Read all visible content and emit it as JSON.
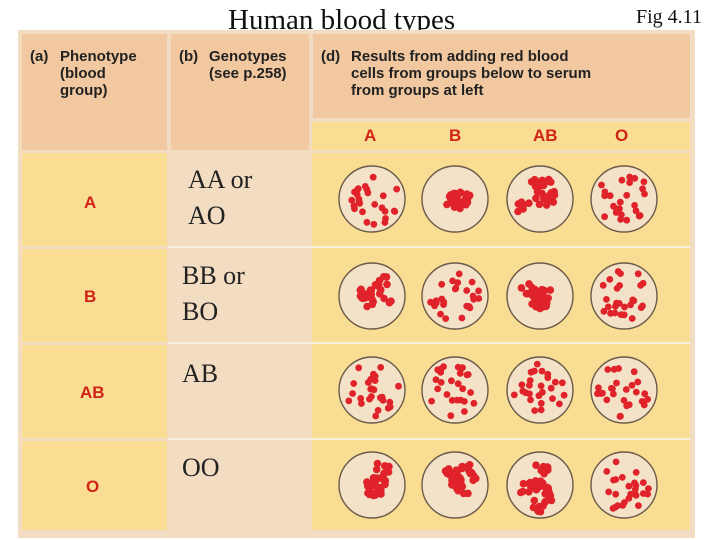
{
  "title": "Human blood types",
  "fig_label": "Fig 4.11",
  "headers": {
    "a": {
      "key": "(a)",
      "lines": [
        "Phenotype",
        "(blood",
        "group)"
      ]
    },
    "b": {
      "key": "(b)",
      "lines": [
        "Genotypes",
        "(see p.258)"
      ]
    },
    "d": {
      "key": "(d)",
      "lines": [
        "Results from adding red blood",
        "cells from groups below to serum",
        "from groups at left"
      ]
    }
  },
  "serum_columns": [
    "A",
    "B",
    "AB",
    "O"
  ],
  "rows": [
    {
      "phenotype": "A",
      "genotype_lines": [
        "AA or",
        "AO"
      ],
      "agglutination": [
        "no",
        "yes",
        "yes",
        "no"
      ]
    },
    {
      "phenotype": "B",
      "genotype_lines": [
        "BB or",
        "BO"
      ],
      "agglutination": [
        "yes",
        "no",
        "yes",
        "no"
      ]
    },
    {
      "phenotype": "AB",
      "genotype_lines": [
        "AB"
      ],
      "agglutination": [
        "no",
        "no",
        "no",
        "no"
      ]
    },
    {
      "phenotype": "O",
      "genotype_lines": [
        "OO"
      ],
      "agglutination": [
        "yes",
        "yes",
        "yes",
        "no"
      ]
    }
  ],
  "colors": {
    "cell_red": "#e0222a",
    "dish_fill": "#f3e1c8",
    "dish_outline": "#6b5a4a",
    "phenotype_text": "#d12318"
  }
}
